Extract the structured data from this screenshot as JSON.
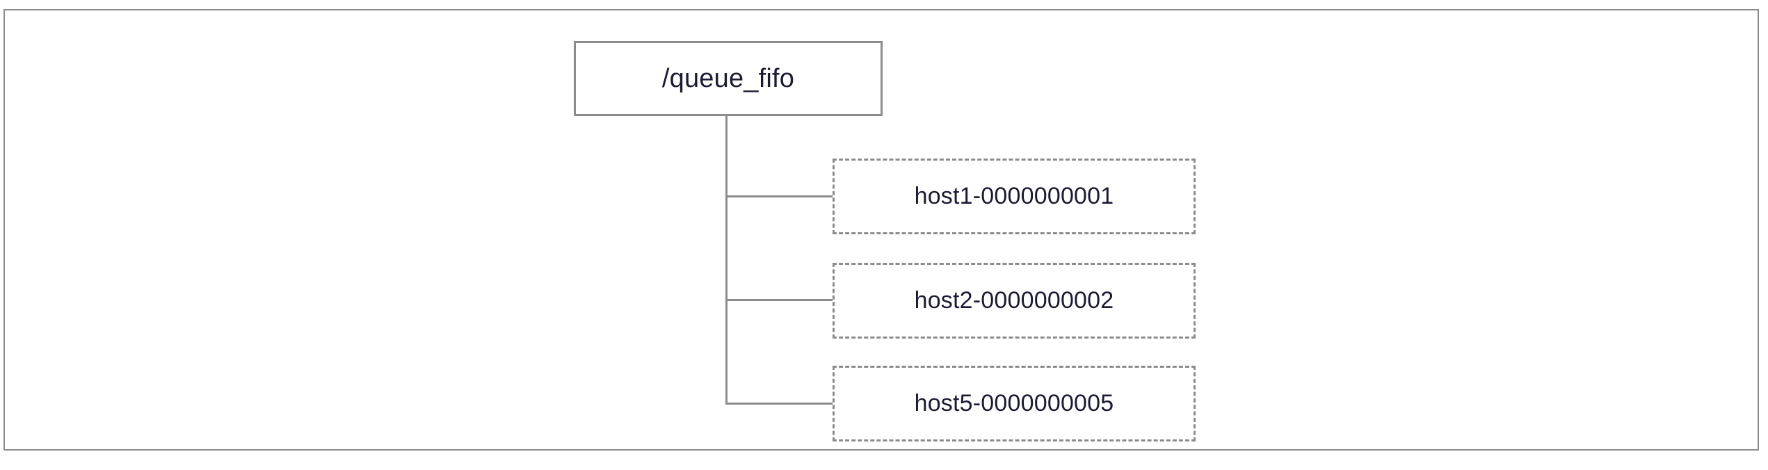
{
  "diagram": {
    "title": "zookeeper-fifo-queue-tree",
    "root": {
      "label": "/queue_fifo",
      "border_style": "solid"
    },
    "children": [
      {
        "label": "host1-0000000001",
        "border_style": "dashed"
      },
      {
        "label": "host2-0000000002",
        "border_style": "dashed"
      },
      {
        "label": "host5-0000000005",
        "border_style": "dashed"
      }
    ],
    "colors": {
      "border": "#8c8c8c",
      "text": "#1b1b33",
      "background": "#ffffff"
    }
  }
}
